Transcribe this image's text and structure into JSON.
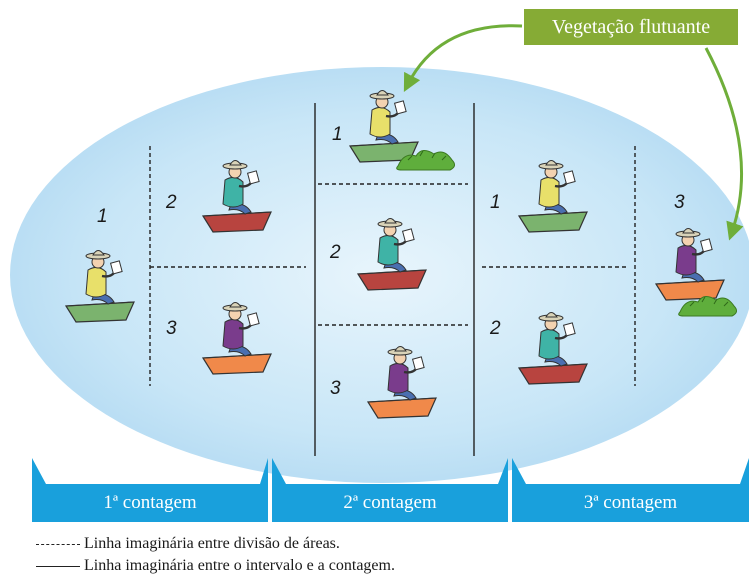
{
  "callout": {
    "label": "Vegetação flutuante"
  },
  "tabs": [
    {
      "label": "1ª contagem"
    },
    {
      "label": "2ª contagem"
    },
    {
      "label": "3ª contagem"
    }
  ],
  "legend": [
    {
      "text": "Linha imaginária entre divisão de áreas.",
      "style": "dashed"
    },
    {
      "text": "Linha imaginária entre o intervalo e a contagem.",
      "style": "solid"
    }
  ],
  "area_numbers": {
    "c1": [
      "1",
      "2",
      "3"
    ],
    "c2": [
      "1",
      "2",
      "3"
    ],
    "c3": [
      "1",
      "2",
      "3"
    ]
  },
  "colors": {
    "lake": "#bfe0f4",
    "tab": "#19a0dc",
    "callout": "#86ab35",
    "arrow": "#6fae3a"
  }
}
